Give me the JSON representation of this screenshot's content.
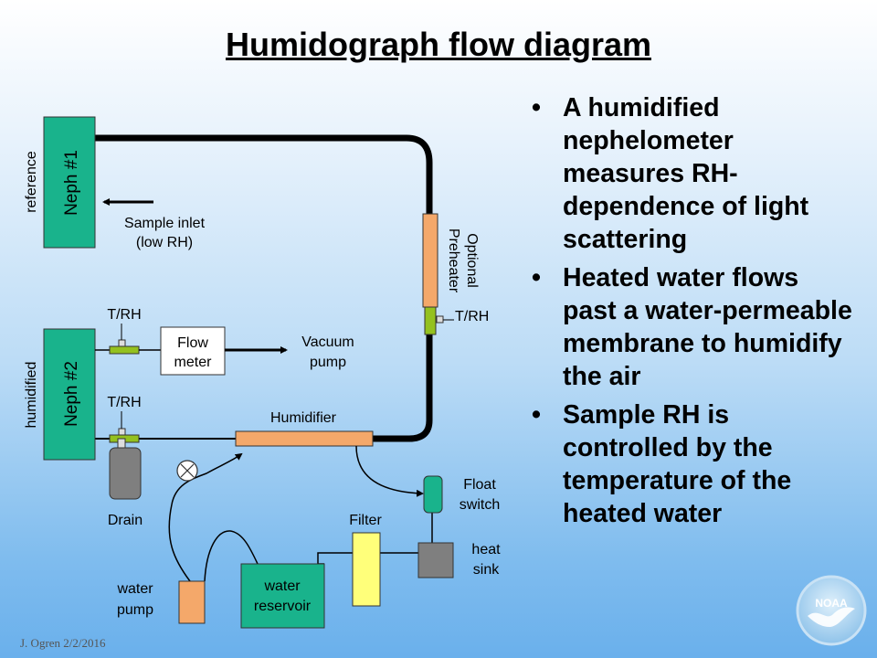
{
  "slide": {
    "title": "Humidograph flow diagram",
    "footer": "J. Ogren  2/2/2016",
    "logo_text": "NOAA"
  },
  "bullets": [
    "A humidified nephelometer measures RH-dependence of light scattering",
    "Heated water flows past a water-permeable membrane to humidify the air",
    "Sample RH is controlled by the temperature of the heated water"
  ],
  "diagram": {
    "neph1": {
      "label": "Neph #1",
      "side_label": "reference"
    },
    "neph2": {
      "label": "Neph #2",
      "side_label": "humidified"
    },
    "sample_inlet": [
      "Sample inlet",
      "(low RH)"
    ],
    "preheater": [
      "Optional",
      "Preheater"
    ],
    "trh_labels": [
      "T/RH",
      "T/RH",
      "T/RH"
    ],
    "flow_meter": [
      "Flow",
      "meter"
    ],
    "vacuum_pump": [
      "Vacuum",
      "pump"
    ],
    "humidifier": "Humidifier",
    "drain": "Drain",
    "float_switch": [
      "Float",
      "switch"
    ],
    "filter": "Filter",
    "heat_sink": [
      "heat",
      "sink"
    ],
    "water_pump": [
      "water",
      "pump"
    ],
    "water_reservoir": [
      "water",
      "reservoir"
    ]
  },
  "colors": {
    "neph": "#19b38c",
    "orange": "#f4a86a",
    "green_fitting": "#94c11f",
    "filter": "#ffff7a",
    "gray": "#7f7f7f",
    "float": "#19b38c"
  }
}
